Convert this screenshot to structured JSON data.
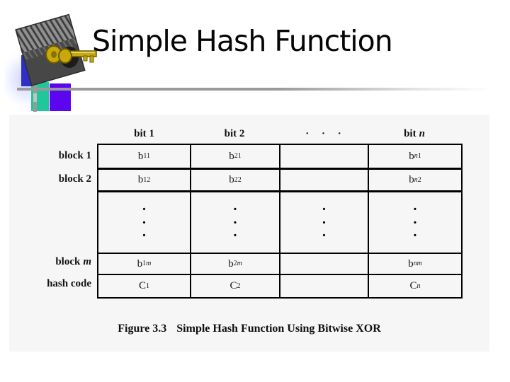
{
  "slide": {
    "title": "Simple Hash Function",
    "caption_label": "Figure 3.3",
    "caption_text": "Simple Hash Function Using Bitwise XOR"
  },
  "table": {
    "dot": "·",
    "headers": [
      {
        "label": "bit 1",
        "var": ""
      },
      {
        "label": "bit 2",
        "var": ""
      },
      {
        "label": "· · ·",
        "var": ""
      },
      {
        "label": "bit",
        "var": "n"
      }
    ],
    "row_labels": [
      {
        "label": "block 1",
        "var": ""
      },
      {
        "label": "block 2",
        "var": ""
      },
      {
        "label": "block",
        "var": "m"
      },
      {
        "label": "hash code",
        "var": ""
      }
    ],
    "rows": [
      {
        "cells": [
          {
            "base": "b",
            "sub_r": "11",
            "sub_i": ""
          },
          {
            "base": "b",
            "sub_r": "21",
            "sub_i": ""
          },
          {
            "base": "",
            "sub_r": "",
            "sub_i": ""
          },
          {
            "base": "b",
            "sub_r": "1",
            "sub_i": "n"
          }
        ]
      },
      {
        "cells": [
          {
            "base": "b",
            "sub_r": "12",
            "sub_i": ""
          },
          {
            "base": "b",
            "sub_r": "22",
            "sub_i": ""
          },
          {
            "base": "",
            "sub_r": "",
            "sub_i": ""
          },
          {
            "base": "b",
            "sub_r": "2",
            "sub_i": "n"
          }
        ]
      },
      {
        "cells": [
          {
            "base": "b",
            "sub_r": "1",
            "sub_i": "m"
          },
          {
            "base": "b",
            "sub_r": "2",
            "sub_i": "m"
          },
          {
            "base": "",
            "sub_r": "",
            "sub_i": ""
          },
          {
            "base": "b",
            "sub_r": "",
            "sub_i": "nm"
          }
        ]
      },
      {
        "cells": [
          {
            "base": "C",
            "sub_r": "1",
            "sub_i": ""
          },
          {
            "base": "C",
            "sub_r": "2",
            "sub_i": ""
          },
          {
            "base": "",
            "sub_r": "",
            "sub_i": ""
          },
          {
            "base": "C",
            "sub_r": "",
            "sub_i": "n"
          }
        ]
      }
    ]
  },
  "colors": {
    "figure_bg": "#f6f6f6",
    "line_gray": "#9a9a9a",
    "accent_blue": "#2e2ec8",
    "accent_teal": "#1fc79b",
    "accent_purple": "#5c05ef",
    "key_gold": "#c9a80b"
  }
}
